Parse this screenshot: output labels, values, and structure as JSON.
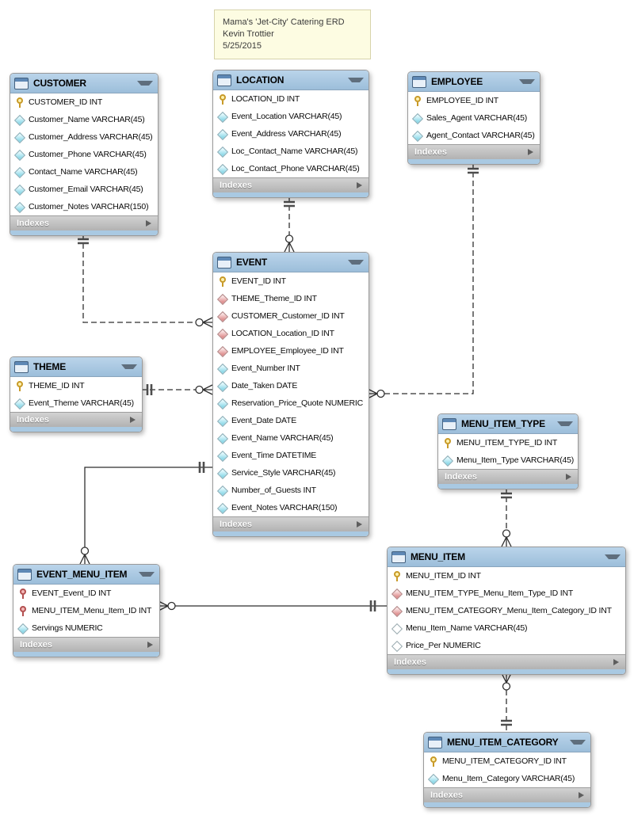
{
  "note": {
    "line1": "Mama's 'Jet-City' Catering ERD",
    "line2": "Kevin Trottier",
    "line3": "5/25/2015"
  },
  "indexes_label": "Indexes",
  "tables": [
    {
      "name": "CUSTOMER",
      "columns": [
        {
          "icon": "pk",
          "label": "CUSTOMER_ID INT"
        },
        {
          "icon": "col",
          "label": "Customer_Name VARCHAR(45)"
        },
        {
          "icon": "col",
          "label": "Customer_Address VARCHAR(45)"
        },
        {
          "icon": "col",
          "label": "Customer_Phone VARCHAR(45)"
        },
        {
          "icon": "col",
          "label": "Contact_Name VARCHAR(45)"
        },
        {
          "icon": "col",
          "label": "Customer_Email VARCHAR(45)"
        },
        {
          "icon": "col",
          "label": "Customer_Notes VARCHAR(150)"
        }
      ]
    },
    {
      "name": "LOCATION",
      "columns": [
        {
          "icon": "pk",
          "label": "LOCATION_ID INT"
        },
        {
          "icon": "col",
          "label": "Event_Location VARCHAR(45)"
        },
        {
          "icon": "col",
          "label": "Event_Address VARCHAR(45)"
        },
        {
          "icon": "col",
          "label": "Loc_Contact_Name VARCHAR(45)"
        },
        {
          "icon": "col",
          "label": "Loc_Contact_Phone VARCHAR(45)"
        }
      ]
    },
    {
      "name": "EMPLOYEE",
      "columns": [
        {
          "icon": "pk",
          "label": "EMPLOYEE_ID INT"
        },
        {
          "icon": "col",
          "label": "Sales_Agent VARCHAR(45)"
        },
        {
          "icon": "col",
          "label": "Agent_Contact VARCHAR(45)"
        }
      ]
    },
    {
      "name": "EVENT",
      "columns": [
        {
          "icon": "pk",
          "label": "EVENT_ID INT"
        },
        {
          "icon": "fk",
          "label": "THEME_Theme_ID INT"
        },
        {
          "icon": "fk",
          "label": "CUSTOMER_Customer_ID INT"
        },
        {
          "icon": "fk",
          "label": "LOCATION_Location_ID INT"
        },
        {
          "icon": "fk",
          "label": "EMPLOYEE_Employee_ID INT"
        },
        {
          "icon": "col",
          "label": "Event_Number INT"
        },
        {
          "icon": "col",
          "label": "Date_Taken DATE"
        },
        {
          "icon": "col",
          "label": "Reservation_Price_Quote NUMERIC"
        },
        {
          "icon": "col",
          "label": "Event_Date DATE"
        },
        {
          "icon": "col",
          "label": "Event_Name VARCHAR(45)"
        },
        {
          "icon": "col",
          "label": "Event_Time DATETIME"
        },
        {
          "icon": "col",
          "label": "Service_Style VARCHAR(45)"
        },
        {
          "icon": "col",
          "label": "Number_of_Guests INT"
        },
        {
          "icon": "col",
          "label": "Event_Notes VARCHAR(150)"
        }
      ]
    },
    {
      "name": "THEME",
      "columns": [
        {
          "icon": "pk",
          "label": "THEME_ID INT"
        },
        {
          "icon": "col",
          "label": "Event_Theme VARCHAR(45)"
        }
      ]
    },
    {
      "name": "MENU_ITEM_TYPE",
      "columns": [
        {
          "icon": "pk",
          "label": "MENU_ITEM_TYPE_ID INT"
        },
        {
          "icon": "col",
          "label": "Menu_Item_Type VARCHAR(45)"
        }
      ]
    },
    {
      "name": "EVENT_MENU_ITEM",
      "columns": [
        {
          "icon": "pkfk",
          "label": "EVENT_Event_ID INT"
        },
        {
          "icon": "pkfk",
          "label": "MENU_ITEM_Menu_Item_ID INT"
        },
        {
          "icon": "col",
          "label": "Servings NUMERIC"
        }
      ]
    },
    {
      "name": "MENU_ITEM",
      "columns": [
        {
          "icon": "pk",
          "label": "MENU_ITEM_ID INT"
        },
        {
          "icon": "fk",
          "label": "MENU_ITEM_TYPE_Menu_Item_Type_ID INT"
        },
        {
          "icon": "fk",
          "label": "MENU_ITEM_CATEGORY_Menu_Item_Category_ID INT"
        },
        {
          "icon": "coln",
          "label": "Menu_Item_Name VARCHAR(45)"
        },
        {
          "icon": "coln",
          "label": "Price_Per NUMERIC"
        }
      ]
    },
    {
      "name": "MENU_ITEM_CATEGORY",
      "columns": [
        {
          "icon": "pk",
          "label": "MENU_ITEM_CATEGORY_ID INT"
        },
        {
          "icon": "col",
          "label": "Menu_Item_Category VARCHAR(45)"
        }
      ]
    }
  ],
  "relationships": [
    {
      "from": "CUSTOMER",
      "to": "EVENT",
      "from_end": "one-and-only-one",
      "to_end": "zero-or-many",
      "line": "dashed"
    },
    {
      "from": "LOCATION",
      "to": "EVENT",
      "from_end": "one-and-only-one",
      "to_end": "zero-or-many",
      "line": "dashed"
    },
    {
      "from": "EMPLOYEE",
      "to": "EVENT",
      "from_end": "one-and-only-one",
      "to_end": "zero-or-many",
      "line": "dashed"
    },
    {
      "from": "THEME",
      "to": "EVENT",
      "from_end": "one-and-only-one",
      "to_end": "zero-or-many",
      "line": "dashed"
    },
    {
      "from": "MENU_ITEM_TYPE",
      "to": "MENU_ITEM",
      "from_end": "one-and-only-one",
      "to_end": "zero-or-many",
      "line": "dashed"
    },
    {
      "from": "MENU_ITEM_CATEGORY",
      "to": "MENU_ITEM",
      "from_end": "one-and-only-one",
      "to_end": "zero-or-many",
      "line": "dashed"
    },
    {
      "from": "EVENT",
      "to": "EVENT_MENU_ITEM",
      "from_end": "one-and-only-one",
      "to_end": "zero-or-many",
      "line": "solid"
    },
    {
      "from": "MENU_ITEM",
      "to": "EVENT_MENU_ITEM",
      "from_end": "one-and-only-one",
      "to_end": "zero-or-many",
      "line": "solid"
    }
  ]
}
